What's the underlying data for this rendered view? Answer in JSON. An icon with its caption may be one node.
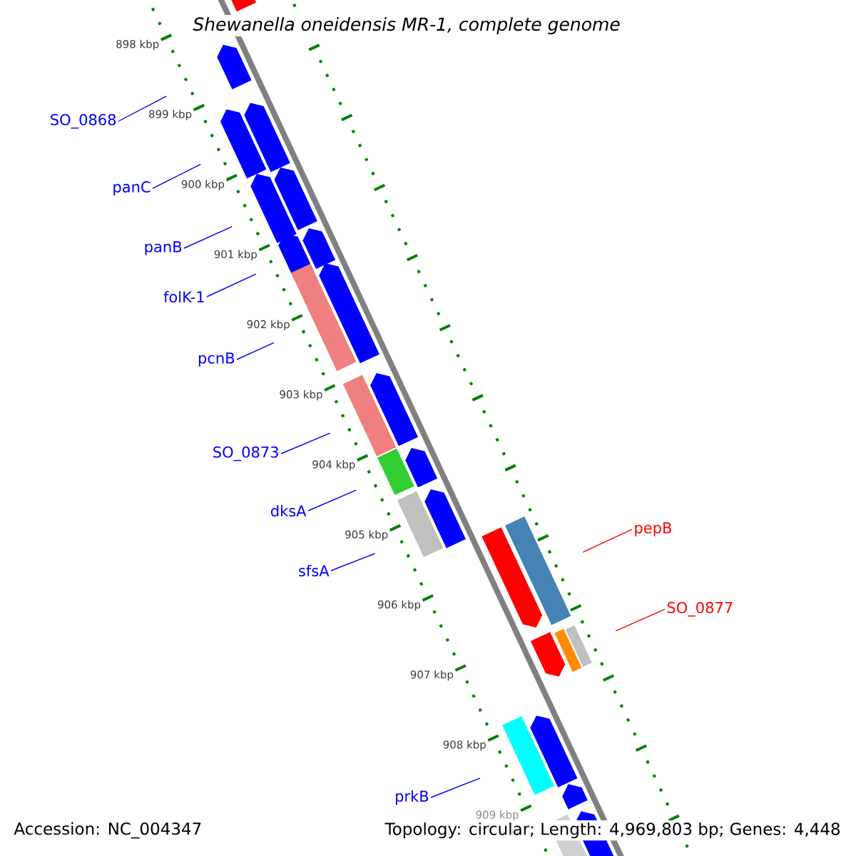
{
  "diagram": {
    "title": "Shewanella oneidensis MR-1, complete genome",
    "nodes": [
      {
        "text": [
          "SO_0868"
        ]
      },
      {
        "text": [
          "panC"
        ]
      },
      {
        "text": [
          "panB"
        ]
      },
      {
        "text": [
          "folK-1"
        ]
      },
      {
        "text": [
          "pcnB"
        ]
      },
      {
        "text": [
          "SO_0873"
        ]
      },
      {
        "text": [
          "dksA"
        ]
      },
      {
        "text": [
          "sfsA"
        ]
      },
      {
        "text": [
          "prkB"
        ]
      },
      {
        "text": [
          "pepB"
        ]
      },
      {
        "text": [
          "SO_0877"
        ]
      }
    ],
    "edges": [
      {
        "from": 0,
        "to": null,
        "arrow": "none"
      },
      {
        "from": 1,
        "to": null,
        "arrow": "none"
      },
      {
        "from": 2,
        "to": null,
        "arrow": "none"
      },
      {
        "from": 3,
        "to": null,
        "arrow": "none"
      },
      {
        "from": 4,
        "to": null,
        "arrow": "none"
      },
      {
        "from": 5,
        "to": null,
        "arrow": "none"
      },
      {
        "from": 6,
        "to": null,
        "arrow": "none"
      },
      {
        "from": 7,
        "to": null,
        "arrow": "none"
      },
      {
        "from": 8,
        "to": null,
        "arrow": "none"
      },
      {
        "from": 9,
        "to": null,
        "arrow": "none",
        "color": "#ff0000"
      },
      {
        "from": 10,
        "to": null,
        "arrow": "none",
        "color": "#ff0000"
      }
    ],
    "labels": [
      "898 kbp",
      "899 kbp",
      "900 kbp",
      "901 kbp",
      "902 kbp",
      "903 kbp",
      "904 kbp",
      "905 kbp",
      "906 kbp",
      "907 kbp",
      "908 kbp",
      "909 kbp",
      "Accession: NC_004347",
      "Topology: circular; Length: 4,969,803 bp; Genes: 4,448"
    ]
  }
}
